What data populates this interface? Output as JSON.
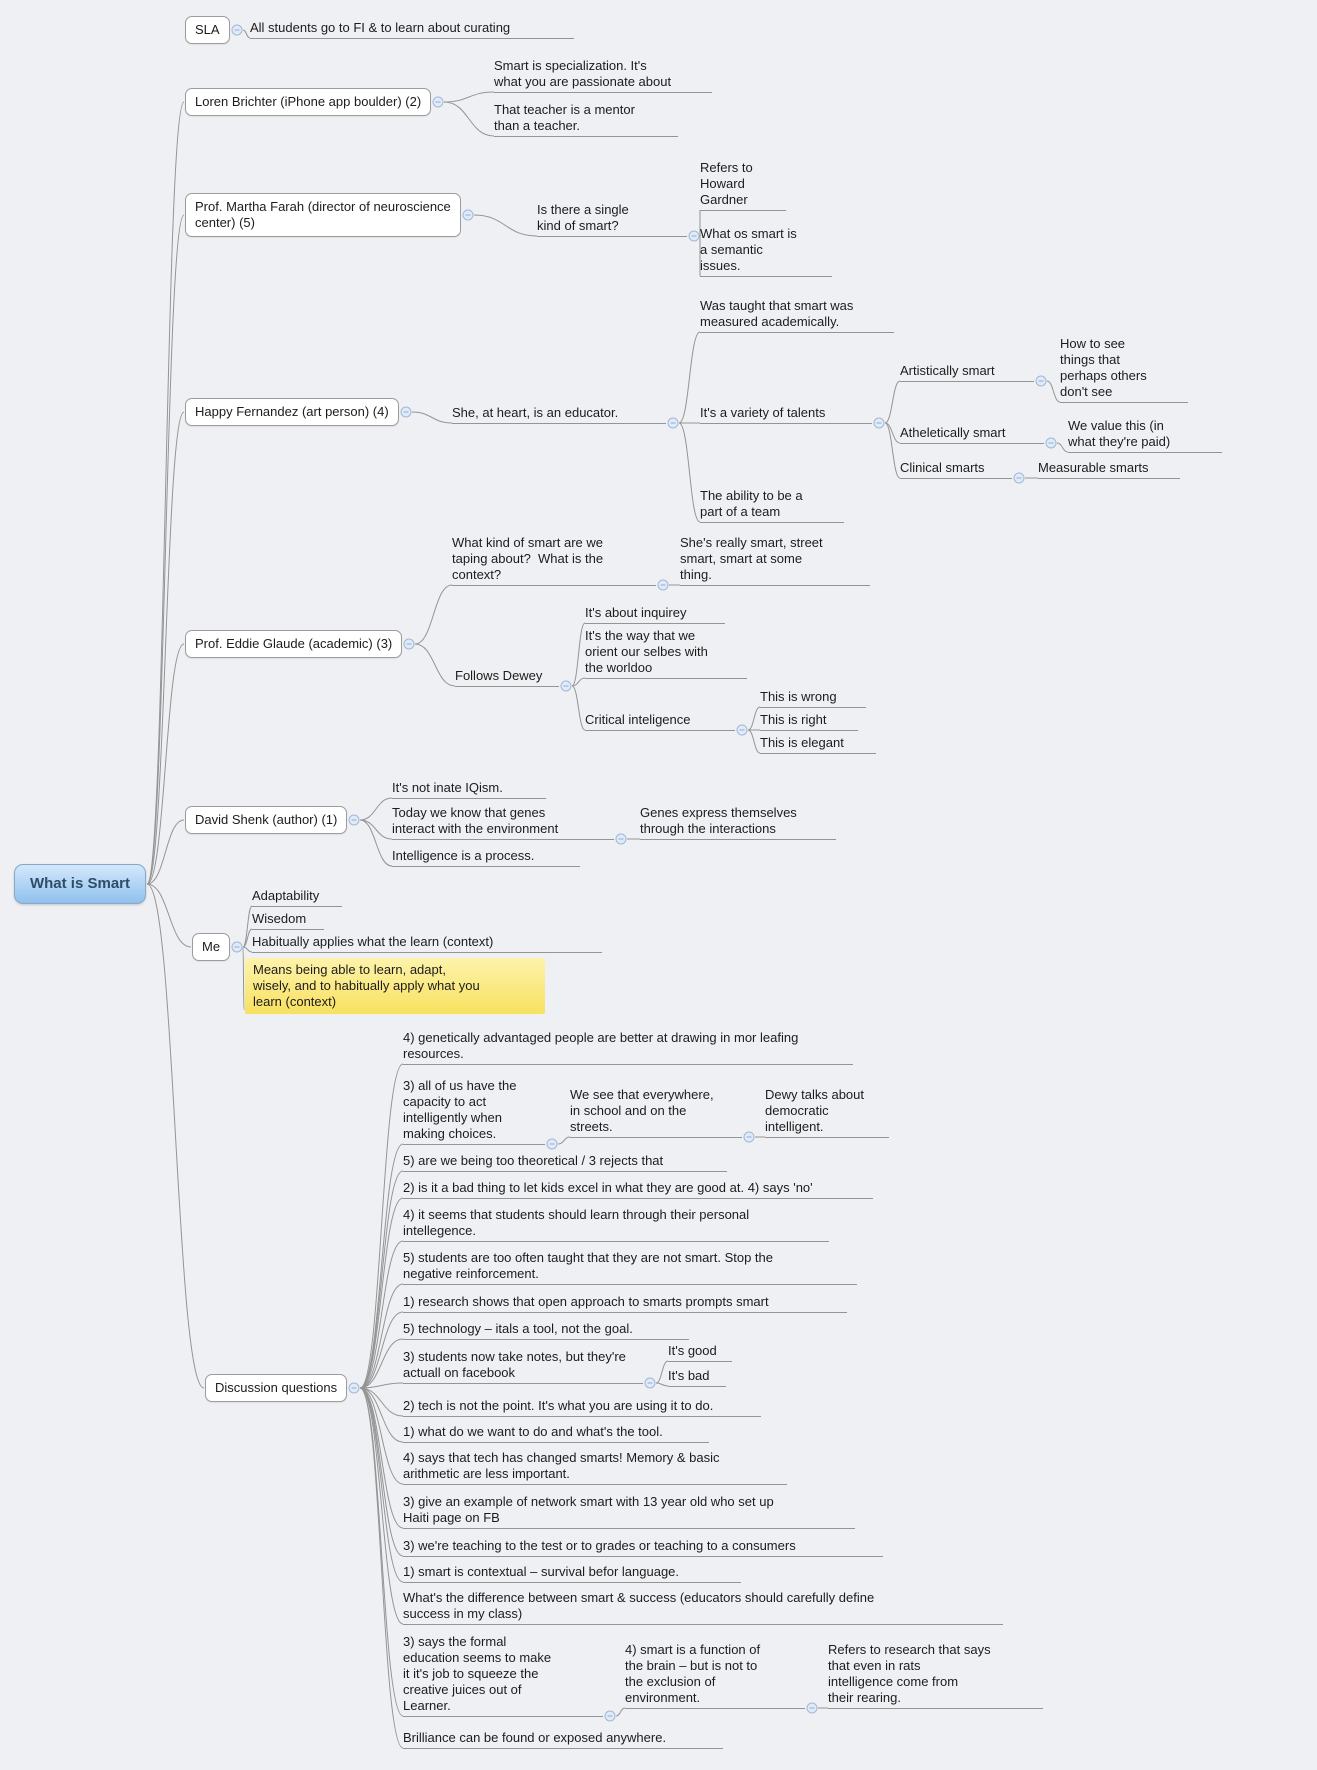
{
  "app": {
    "name": "mind-map"
  },
  "colors": {
    "bg": "#eef0f3",
    "ink": "#1c1c1c",
    "wire": "#949494",
    "boxborder": "#9c9c9c",
    "root1": "#d3e8fb",
    "root2": "#90c1ee",
    "rootborder": "#86a9c9",
    "roottext": "#2e4d6b",
    "yellow1": "#fdf3ab",
    "yellow2": "#f8e160",
    "togglefill": "#e0eaf8",
    "togglestroke": "#a0b8d6"
  },
  "nodes": {
    "root": {
      "text": "What is Smart"
    },
    "sla": {
      "text": "SLA"
    },
    "sla_c1": {
      "text": "All students go to FI & to learn about curating"
    },
    "loren": {
      "text": "Loren Brichter (iPhone app boulder) (2)"
    },
    "loren_c1": {
      "text": "Smart is specialization. It's\nwhat you are passionate about"
    },
    "loren_c2": {
      "text": "That teacher is a mentor\nthan a teacher."
    },
    "martha": {
      "text": "Prof. Martha Farah (director of neuroscience\ncenter) (5)"
    },
    "martha_c1": {
      "text": "Is there a single\nkind of smart?"
    },
    "m_c1a": {
      "text": "Refers to\nHoward\nGardner"
    },
    "m_c1b": {
      "text": "What os smart is\na semantic\nissues."
    },
    "happy": {
      "text": "Happy Fernandez (art person) (4)"
    },
    "h_c1": {
      "text": "She, at heart, is an educator."
    },
    "h_c1a": {
      "text": "Was taught that smart was\nmeasured academically."
    },
    "h_c1b": {
      "text": "It's a variety of talents"
    },
    "h_c1b1": {
      "text": "Artistically smart"
    },
    "h_c1b1a": {
      "text": "How to see\nthings that\nperhaps others\ndon't see"
    },
    "h_c1b2": {
      "text": "Atheletically smart"
    },
    "h_c1b2a": {
      "text": "We value this (in\nwhat they're paid)"
    },
    "h_c1b3": {
      "text": "Clinical smarts"
    },
    "h_c1b3a": {
      "text": "Measurable smarts"
    },
    "h_c1c": {
      "text": "The ability to be a\npart of a team"
    },
    "eddie": {
      "text": "Prof. Eddie Glaude (academic) (3)"
    },
    "e_c1": {
      "text": "What kind of smart are we\ntaping about?  What is the\ncontext?"
    },
    "e_c1a": {
      "text": "She's really smart, street\nsmart, smart at some\nthing."
    },
    "e_c2": {
      "text": "Follows Dewey"
    },
    "e_c2a": {
      "text": "It's about inquirey"
    },
    "e_c2b": {
      "text": "It's the way that we\norient our selbes with\nthe worldoo"
    },
    "e_c2c": {
      "text": "Critical inteligence"
    },
    "e_c2c1": {
      "text": "This is wrong"
    },
    "e_c2c2": {
      "text": "This is right"
    },
    "e_c2c3": {
      "text": "This is elegant"
    },
    "david": {
      "text": "David Shenk (author) (1)"
    },
    "d_c1": {
      "text": "It's not inate IQism."
    },
    "d_c2": {
      "text": "Today we know that genes\ninteract with the environment"
    },
    "d_c2a": {
      "text": "Genes express themselves\nthrough the interactions"
    },
    "d_c3": {
      "text": "Intelligence is a process."
    },
    "me": {
      "text": "Me"
    },
    "me_c1": {
      "text": "Adaptability"
    },
    "me_c2": {
      "text": "Wisedom"
    },
    "me_c3": {
      "text": "Habitually applies what the learn (context)"
    },
    "me_c4": {
      "text": "Means being able to learn, adapt,\nwisely, and to habitually apply what you\nlearn (context)"
    },
    "disc": {
      "text": "Discussion questions"
    },
    "q1": {
      "text": "4) genetically advantaged people are better at drawing in mor leafing\nresources."
    },
    "q2": {
      "text": "3) all of us have the\ncapacity to act\nintelligently when\nmaking choices."
    },
    "q2a": {
      "text": "We see that everywhere,\nin school and on the\nstreets."
    },
    "q2b": {
      "text": "Dewy talks about\ndemocratic\nintelligent."
    },
    "q3": {
      "text": "5) are we being too theoretical / 3 rejects that"
    },
    "q4": {
      "text": "2) is it a bad thing to let kids excel in what they are good at. 4) says 'no'"
    },
    "q5": {
      "text": "4) it seems that students should learn through their personal\nintellegence."
    },
    "q6": {
      "text": "5) students are too often taught that they are not smart. Stop the\nnegative reinforcement."
    },
    "q7": {
      "text": "1) research shows that open approach to smarts prompts smart"
    },
    "q8": {
      "text": "5) technology – itals a tool, not the goal."
    },
    "q9": {
      "text": "3) students now take notes, but they're\nactuall on facebook"
    },
    "q9a": {
      "text": "It's good"
    },
    "q9b": {
      "text": "It's bad"
    },
    "q10": {
      "text": "2) tech is not the point. It's what you are using it to do."
    },
    "q11": {
      "text": "1) what do we want to do and what's the tool."
    },
    "q12": {
      "text": "4) says that tech has changed smarts! Memory & basic\narithmetic are less important."
    },
    "q13": {
      "text": "3) give an example of network smart with 13 year old who set up\nHaiti page on FB"
    },
    "q14": {
      "text": "3) we're teaching to the test or to grades or teaching to a consumers"
    },
    "q15": {
      "text": "1) smart is contextual – survival befor language."
    },
    "q16": {
      "text": "What's the difference between smart & success (educators should carefully define\nsuccess in my class)"
    },
    "q17": {
      "text": "3) says the formal\neducation seems to make\nit it's job to squeeze the\ncreative juices out of\nLearner."
    },
    "q17a": {
      "text": "4) smart is a function of\nthe brain – but is not to\nthe exclusion of\nenvironment."
    },
    "q17b": {
      "text": "Refers to research that says\nthat even in rats\nintelligence come from\ntheir rearing."
    },
    "q18": {
      "text": "Brilliance can be found or exposed anywhere."
    }
  }
}
